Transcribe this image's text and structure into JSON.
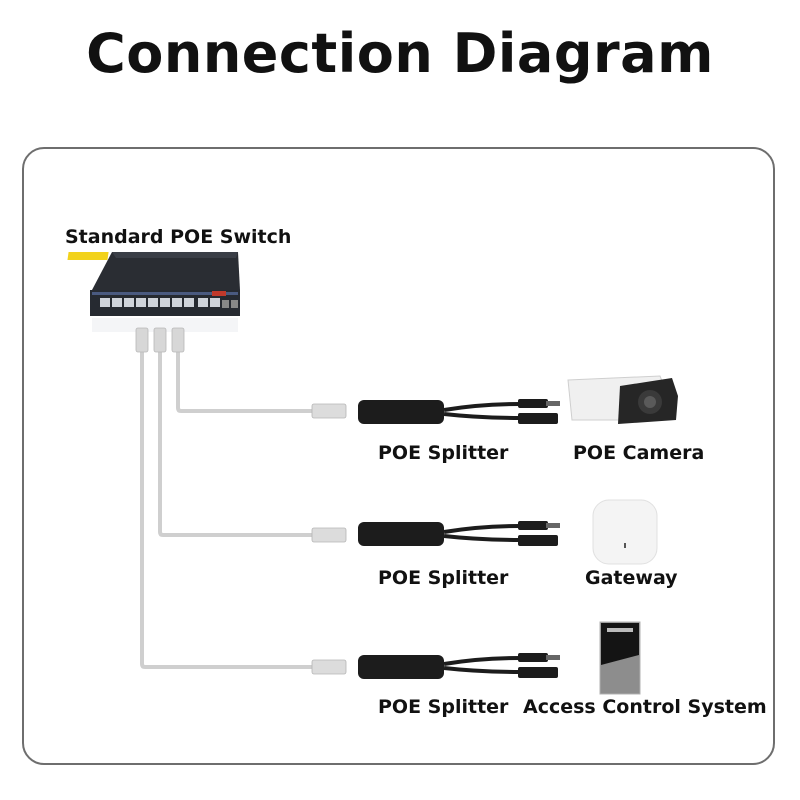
{
  "title": "Connection Diagram",
  "switch": {
    "label": "Standard POE Switch"
  },
  "rows": [
    {
      "splitter_label": "POE Splitter",
      "device_label": "POE Camera",
      "device_icon": "camera-icon"
    },
    {
      "splitter_label": "POE Splitter",
      "device_label": "Gateway",
      "device_icon": "gateway-icon"
    },
    {
      "splitter_label": "POE Splitter",
      "device_label": "Access Control System",
      "device_icon": "access-control-icon"
    }
  ],
  "colors": {
    "cable": "#cfcfcf",
    "frame": "#6e6e6e",
    "splitter": "#1c1c1c",
    "switch_body": "#2b2f36",
    "switch_label": "#f2d21b",
    "text": "#111111"
  }
}
